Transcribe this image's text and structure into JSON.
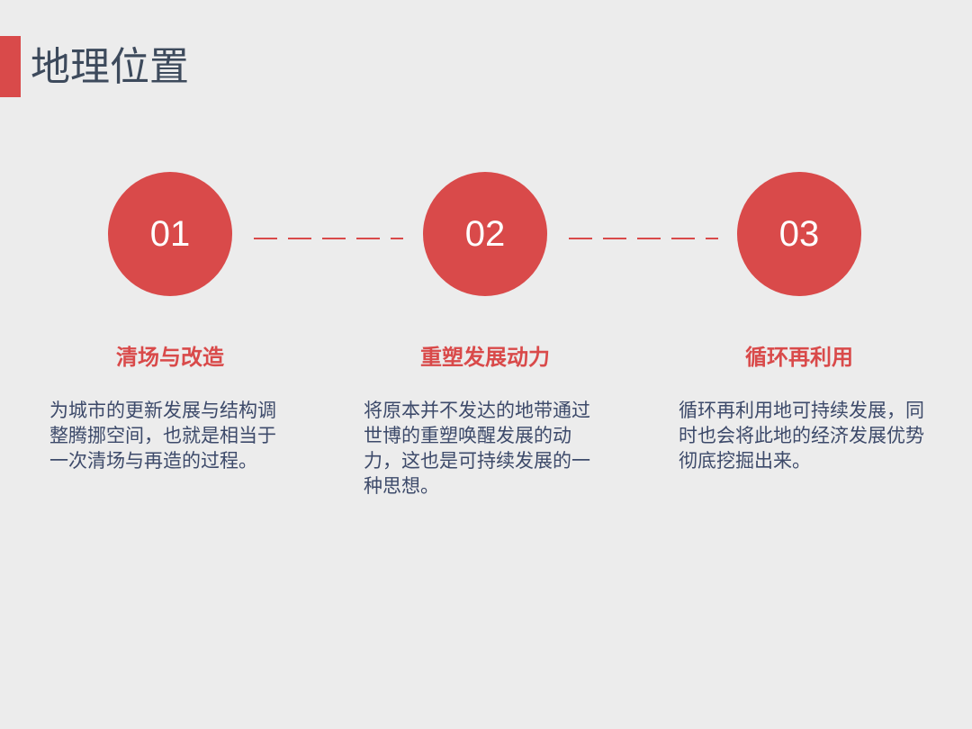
{
  "slide": {
    "title": "地理位置",
    "accent_color": "#d94a4a",
    "steps": [
      {
        "number": "01",
        "heading": "清场与改造",
        "description": "为城市的更新发展与结构调整腾挪空间，也就是相当于一次清场与再造的过程。"
      },
      {
        "number": "02",
        "heading": "重塑发展动力",
        "description": "将原本并不发达的地带通过世博的重塑唤醒发展的动力，这也是可持续发展的一种思想。"
      },
      {
        "number": "03",
        "heading": "循环再利用",
        "description": "循环再利用地可持续发展，同时也会将此地的经济发展优势彻底挖掘出来。"
      }
    ]
  }
}
